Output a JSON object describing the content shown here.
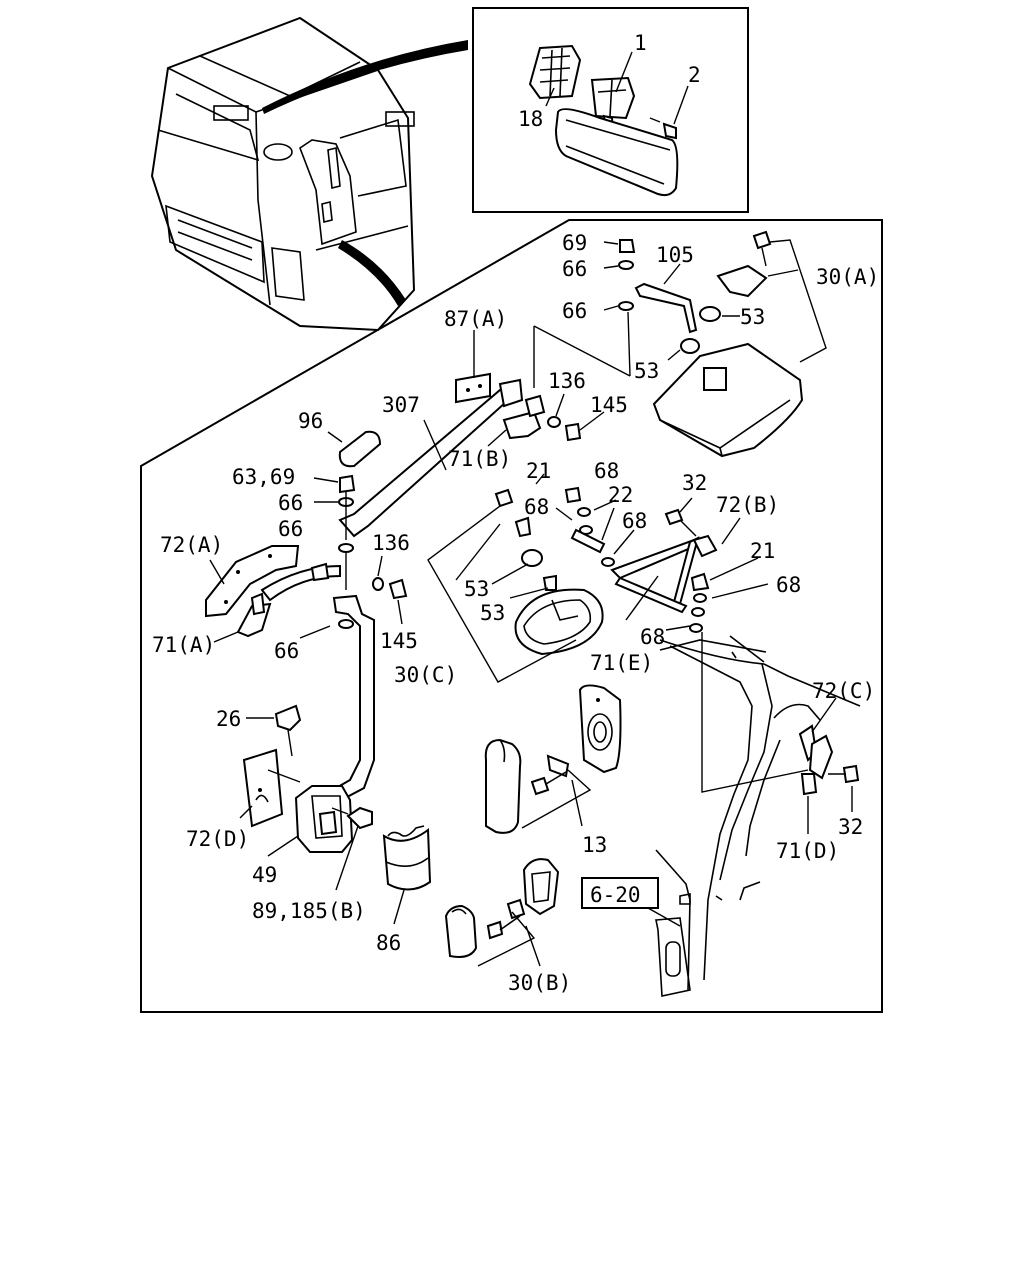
{
  "diagram": {
    "callouts": {
      "c1": "1",
      "c2": "2",
      "c18": "18",
      "c69": "69",
      "c66a": "66",
      "c105": "105",
      "c30A": "30(A)",
      "c66b": "66",
      "c53a": "53",
      "c53b": "53",
      "c87A": "87(A)",
      "c136a": "136",
      "c145a": "145",
      "c307": "307",
      "c96": "96",
      "c71B": "71(B)",
      "c21a": "21",
      "c68a": "68",
      "c63_69": "63,69",
      "c22": "22",
      "c32a": "32",
      "c72B": "72(B)",
      "c66c": "66",
      "c68b": "68",
      "c68c": "68",
      "c66d": "66",
      "c136b": "136",
      "c72A": "72(A)",
      "c21b": "21",
      "c68d": "68",
      "c53c": "53",
      "c53d": "53",
      "c71A": "71(A)",
      "c66e": "66",
      "c145b": "145",
      "c68e": "68",
      "c71E": "71(E)",
      "c30C": "30(C)",
      "c72C": "72(C)",
      "c26": "26",
      "c72D": "72(D)",
      "c13": "13",
      "c32b": "32",
      "c71D": "71(D)",
      "c49": "49",
      "c89_185B": "89,185(B)",
      "c6_20": "6-20",
      "c86": "86",
      "c30B": "30(B)"
    }
  }
}
